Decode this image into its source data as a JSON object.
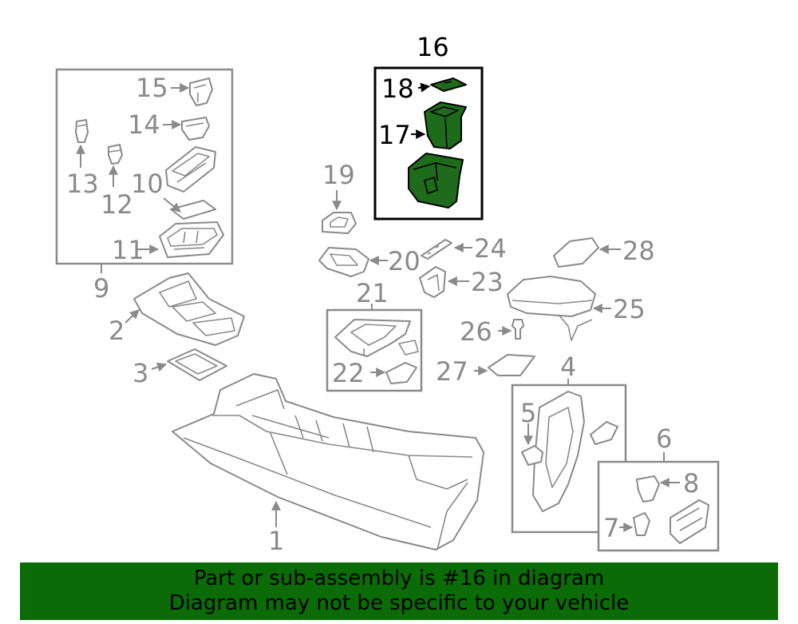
{
  "diagram": {
    "callouts": {
      "c1": "1",
      "c2": "2",
      "c3": "3",
      "c4": "4",
      "c5": "5",
      "c6": "6",
      "c7": "7",
      "c8": "8",
      "c9": "9",
      "c10": "10",
      "c11": "11",
      "c12": "12",
      "c13": "13",
      "c14": "14",
      "c15": "15",
      "c16": "16",
      "c17": "17",
      "c18": "18",
      "c19": "19",
      "c20": "20",
      "c21": "21",
      "c22": "22",
      "c23": "23",
      "c24": "24",
      "c25": "25",
      "c26": "26",
      "c27": "27",
      "c28": "28"
    },
    "highlight_color": "#1f6b1c",
    "line_color": "#8a8a8a"
  },
  "banner": {
    "line1": "Part or sub-assembly is #16 in diagram",
    "line2": "Diagram may not be specific to your vehicle",
    "background": "#0b6b06"
  }
}
